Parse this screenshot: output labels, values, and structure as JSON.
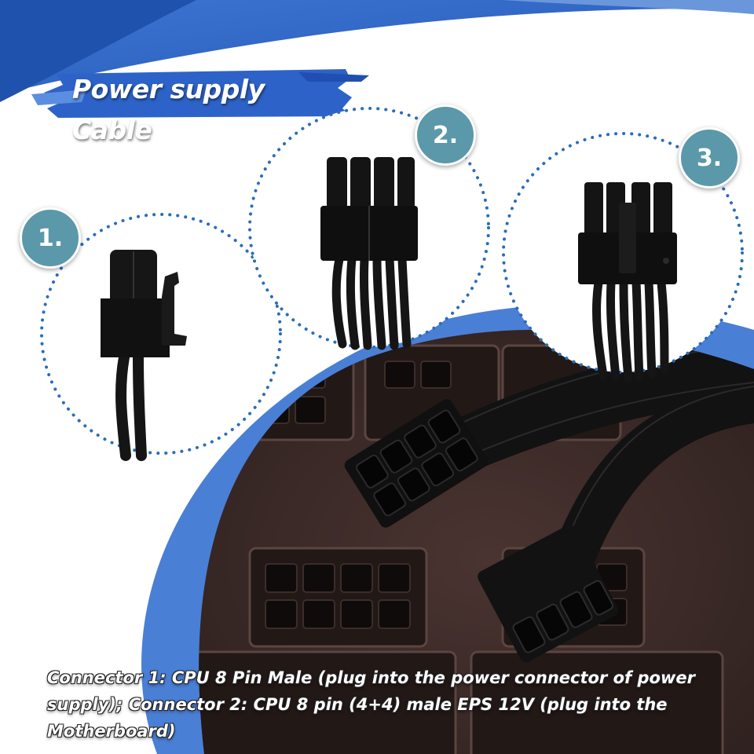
{
  "title": "Power supply Cable",
  "badges": [
    "1.",
    "2.",
    "3."
  ],
  "caption": "Connector 1: CPU 8 Pin Male (plug into the power connector of power supply); Connector 2: CPU 8 pin (4+4) male EPS 12V (plug into the Motherboard)",
  "colors": {
    "accent_blue": "#2f66c8",
    "badge_teal": "#5b98aa",
    "psu_brown": "#3a2a28",
    "cable_black": "#151515",
    "dotted_blue": "#2a6db8"
  }
}
